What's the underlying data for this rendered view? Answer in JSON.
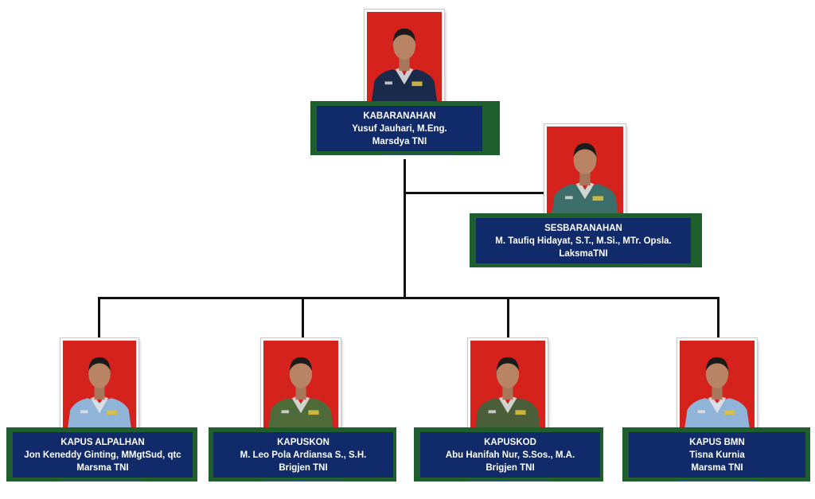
{
  "colors": {
    "card_fill": "#102a6a",
    "card_shadow": "#1f5f2e",
    "photo_background": "#d6221c",
    "connector": "#111111"
  },
  "nodes": {
    "kabaranahan": {
      "position": "KABARANAHAN",
      "name": "Yusuf Jauhari, M.Eng.",
      "rank": "Marsdya TNI",
      "uniform": "#1a2a4a"
    },
    "sesbaranahan": {
      "position": "SESBARANAHAN",
      "name": "M. Taufiq Hidayat, S.T., M.Si., MTr. Opsla.",
      "rank": "LaksmaTNI",
      "uniform": "#3e6e6a"
    },
    "kapus_alpalhan": {
      "position": "KAPUS ALPALHAN",
      "name": "Jon Keneddy Ginting, MMgtSud, qtc",
      "rank": "Marsma TNI",
      "uniform": "#8fb4d8"
    },
    "kapuskon": {
      "position": "KAPUSKON",
      "name": "M. Leo Pola Ardiansa S., S.H.",
      "rank": "Brigjen TNI",
      "uniform": "#4f6b3a"
    },
    "kapuskod": {
      "position": "KAPUSKOD",
      "name": "Abu Hanifah Nur, S.Sos., M.A.",
      "rank": "Brigjen TNI",
      "uniform": "#4b5e3a"
    },
    "kapus_bmn": {
      "position": "KAPUS BMN",
      "name": "Tisna Kurnia",
      "rank": "Marsma TNI",
      "uniform": "#8fb4d8"
    }
  }
}
